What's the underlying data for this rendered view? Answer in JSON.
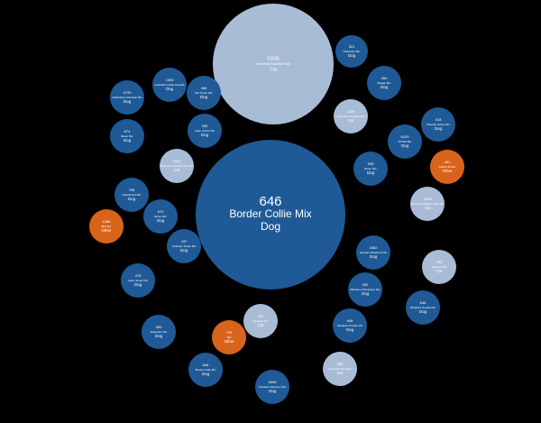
{
  "chart_data": {
    "type": "bubble",
    "title": "",
    "legend": "none",
    "colors": {
      "Dog": "#1f5a96",
      "Cat": "#a9bcd6",
      "Other": "#d8641c"
    },
    "bubbles": [
      {
        "value": "646",
        "name": "Border Collie Mix",
        "category": "Dog"
      },
      {
        "value": "33335",
        "name": "Domestic Shorthair Mix",
        "category": "Cat"
      },
      {
        "value": "321",
        "name": "Rottweiler Mix",
        "category": "Dog"
      },
      {
        "value": "384",
        "name": "Beagle Mix",
        "category": "Dog"
      },
      {
        "value": "1259",
        "name": "Domestic Longhair Mix",
        "category": "Cat"
      },
      {
        "value": "418",
        "name": "Siberian Husky Mix",
        "category": "Dog"
      },
      {
        "value": "6129",
        "name": "Pit Bull Mix",
        "category": "Dog"
      },
      {
        "value": "461",
        "name": "Rabbit Sh Mix",
        "category": "Other"
      },
      {
        "value": "505",
        "name": "Boxer Mix",
        "category": "Dog"
      },
      {
        "value": "3333",
        "name": "Domestic Medium Hair Mix",
        "category": "Cat"
      },
      {
        "value": "1852",
        "name": "German Shepherd Mix",
        "category": "Dog"
      },
      {
        "value": "988",
        "name": "Siamese Mix",
        "category": "Cat"
      },
      {
        "value": "392",
        "name": "Miniature Schnauzer Mix",
        "category": "Dog"
      },
      {
        "value": "648",
        "name": "Miniature Poodle Mix",
        "category": "Dog"
      },
      {
        "value": "648",
        "name": "Miniature Poodle Mix",
        "category": "Dog"
      },
      {
        "value": "386",
        "name": "Domestic Shorthair",
        "category": "Cat"
      },
      {
        "value": "4608",
        "name": "Labrador Retriever Mix",
        "category": "Dog"
      },
      {
        "value": "646",
        "name": "Border Collie Mix",
        "category": "Dog"
      },
      {
        "value": "399",
        "name": "Siamese Mix",
        "category": "Cat"
      },
      {
        "value": "795",
        "name": "Bat",
        "category": "Other"
      },
      {
        "value": "350",
        "name": "Rottweiler Mix",
        "category": "Dog"
      },
      {
        "value": "476",
        "name": "Cairn Terrier Mix",
        "category": "Dog"
      },
      {
        "value": "1288",
        "name": "Bird Mix",
        "category": "Other"
      },
      {
        "value": "796",
        "name": "Dachshund Mix",
        "category": "Dog"
      },
      {
        "value": "674",
        "name": "Boxer Mix",
        "category": "Dog"
      },
      {
        "value": "437",
        "name": "Yorkshire Terrier Mix",
        "category": "Dog"
      },
      {
        "value": "2323",
        "name": "Domestic Medium Hair Mix",
        "category": "Cat"
      },
      {
        "value": "674",
        "name": "Boxer Mix",
        "category": "Dog"
      },
      {
        "value": "4733",
        "name": "Chihuahua Shorthair Mix",
        "category": "Dog"
      },
      {
        "value": "1059",
        "name": "Australian Cattle Dog Mix",
        "category": "Dog"
      },
      {
        "value": "466",
        "name": "Rat Terrier Mix",
        "category": "Dog"
      },
      {
        "value": "330",
        "name": "Cairn Terrier Mix",
        "category": "Dog"
      }
    ]
  }
}
